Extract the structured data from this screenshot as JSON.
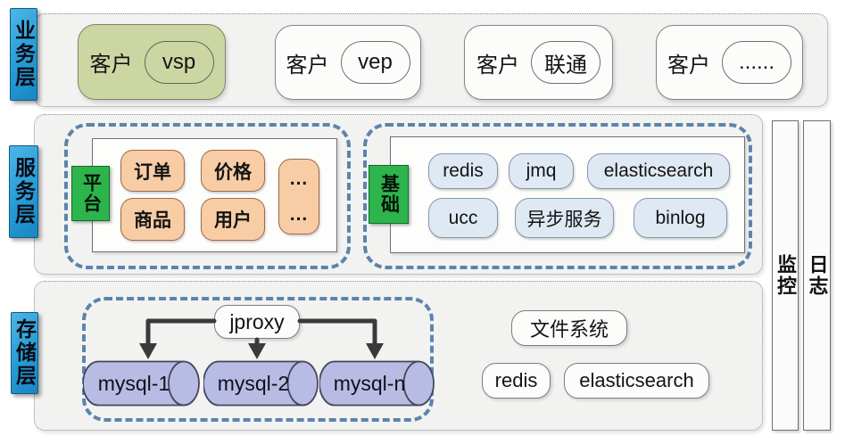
{
  "layers": {
    "business": {
      "label": "业务层",
      "clients": [
        {
          "label": "客户",
          "value": "vsp"
        },
        {
          "label": "客户",
          "value": "vep"
        },
        {
          "label": "客户",
          "value": "联通"
        },
        {
          "label": "客户",
          "value": "......"
        }
      ]
    },
    "service": {
      "label": "服务层",
      "platform_group": {
        "label": "平台",
        "items": [
          "订单",
          "价格",
          "商品",
          "用户"
        ],
        "more": "...\n..."
      },
      "base_group": {
        "label": "基础",
        "items": [
          "redis",
          "jmq",
          "elasticsearch",
          "ucc",
          "异步服务",
          "binlog"
        ]
      }
    },
    "storage": {
      "label": "存储层",
      "proxy": "jproxy",
      "databases": [
        "mysql-1",
        "mysql-2",
        "mysql-n"
      ],
      "services": [
        "文件系统",
        "redis",
        "elasticsearch"
      ]
    }
  },
  "sidebars": [
    {
      "label": "监控"
    },
    {
      "label": "日志"
    }
  ],
  "colors": {
    "layer_label_blue": "#2aa2dc",
    "group_label_green": "#2db44c",
    "client_highlight_olive": "#ccd6a2",
    "platform_item_orange": "#f8cda5",
    "base_item_blue": "#dfe9f3",
    "database_purple": "#b8bce5",
    "dashed_border_blue": "#5b84ad",
    "arrow_dark": "#3a3a3a"
  }
}
